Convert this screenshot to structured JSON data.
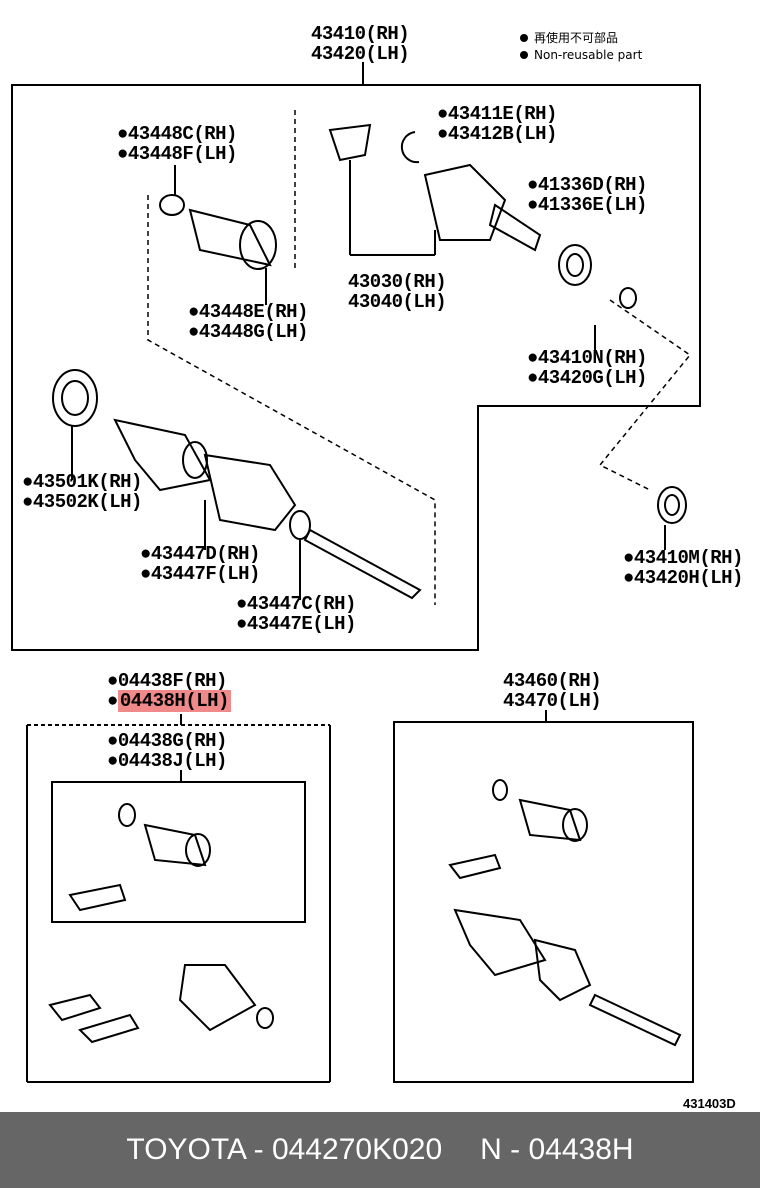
{
  "legend": {
    "jp": "再使用不可部品",
    "en": "Non-reusable part"
  },
  "labels": {
    "assy_top": [
      "43410(RH)",
      "43420(LH)"
    ],
    "p43411": [
      "●43411E(RH)",
      "●43412B(LH)"
    ],
    "p43448c": [
      "●43448C(RH)",
      "●43448F(LH)"
    ],
    "p41336": [
      "●41336D(RH)",
      "●41336E(LH)"
    ],
    "p43030": [
      "43030(RH)",
      "43040(LH)"
    ],
    "p43448e": [
      "●43448E(RH)",
      "●43448G(LH)"
    ],
    "p43410n": [
      "●43410N(RH)",
      "●43420G(LH)"
    ],
    "p43501": [
      "●43501K(RH)",
      "●43502K(LH)"
    ],
    "p43447d": [
      "●43447D(RH)",
      "●43447F(LH)"
    ],
    "p43447c": [
      "●43447C(RH)",
      "●43447E(LH)"
    ],
    "p43410m": [
      "●43410M(RH)",
      "●43420H(LH)"
    ],
    "kit1": [
      "●04438F(RH)",
      "04438H(LH)"
    ],
    "kit2": [
      "●04438G(RH)",
      "●04438J(LH)"
    ],
    "assy_bottom": [
      "43460(RH)",
      "43470(LH)"
    ]
  },
  "highlight_color": "#f08a8a",
  "diagram_code": "431403D",
  "footer": {
    "brand_part": "TOYOTA - 044270K020",
    "ref": "N - 04438H"
  }
}
